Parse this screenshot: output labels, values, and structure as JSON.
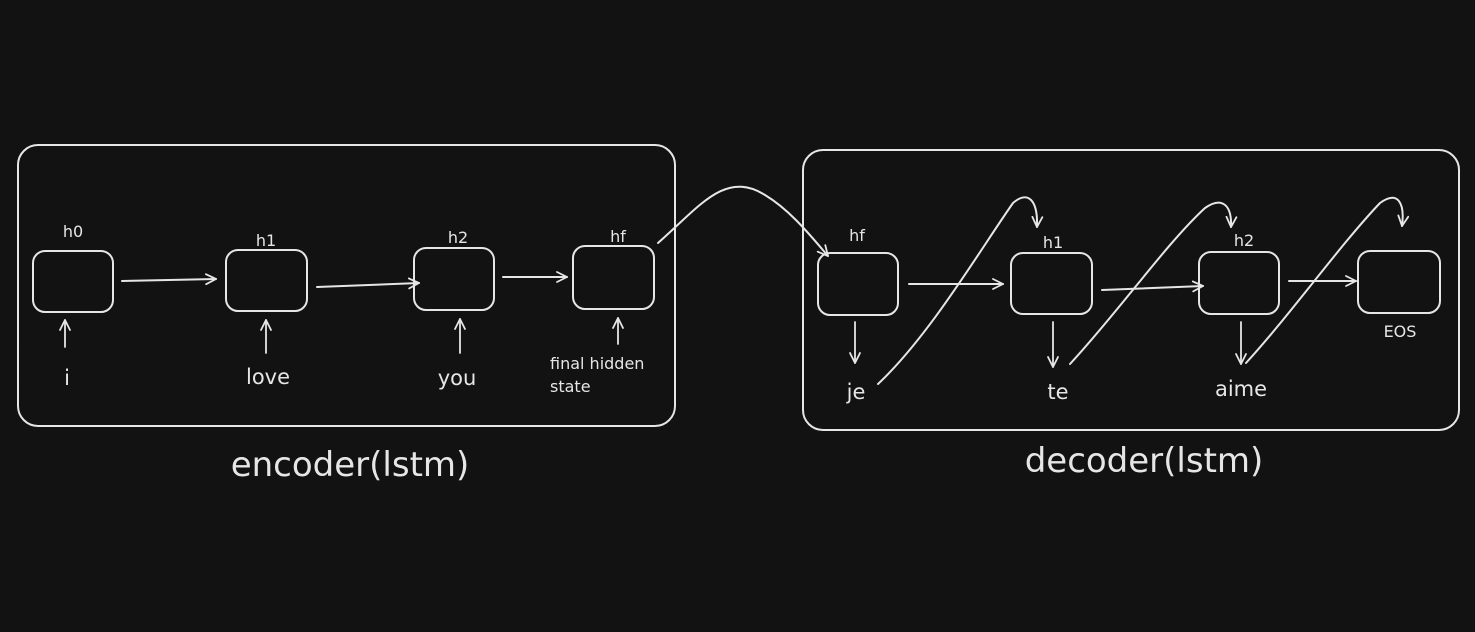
{
  "encoder": {
    "title": "encoder(lstm)",
    "cells": [
      {
        "state": "h0",
        "input": "i"
      },
      {
        "state": "h1",
        "input": "love"
      },
      {
        "state": "h2",
        "input": "you"
      },
      {
        "state": "hf",
        "input_line1": "final hidden",
        "input_line2": "state"
      }
    ]
  },
  "decoder": {
    "title": "decoder(lstm)",
    "cells": [
      {
        "state": "hf",
        "output": "je"
      },
      {
        "state": "h1",
        "output": "te"
      },
      {
        "state": "h2",
        "output": "aime"
      },
      {
        "state": "",
        "output": "EOS"
      }
    ]
  },
  "colors": {
    "background": "#121212",
    "stroke": "#e6e6e6"
  }
}
